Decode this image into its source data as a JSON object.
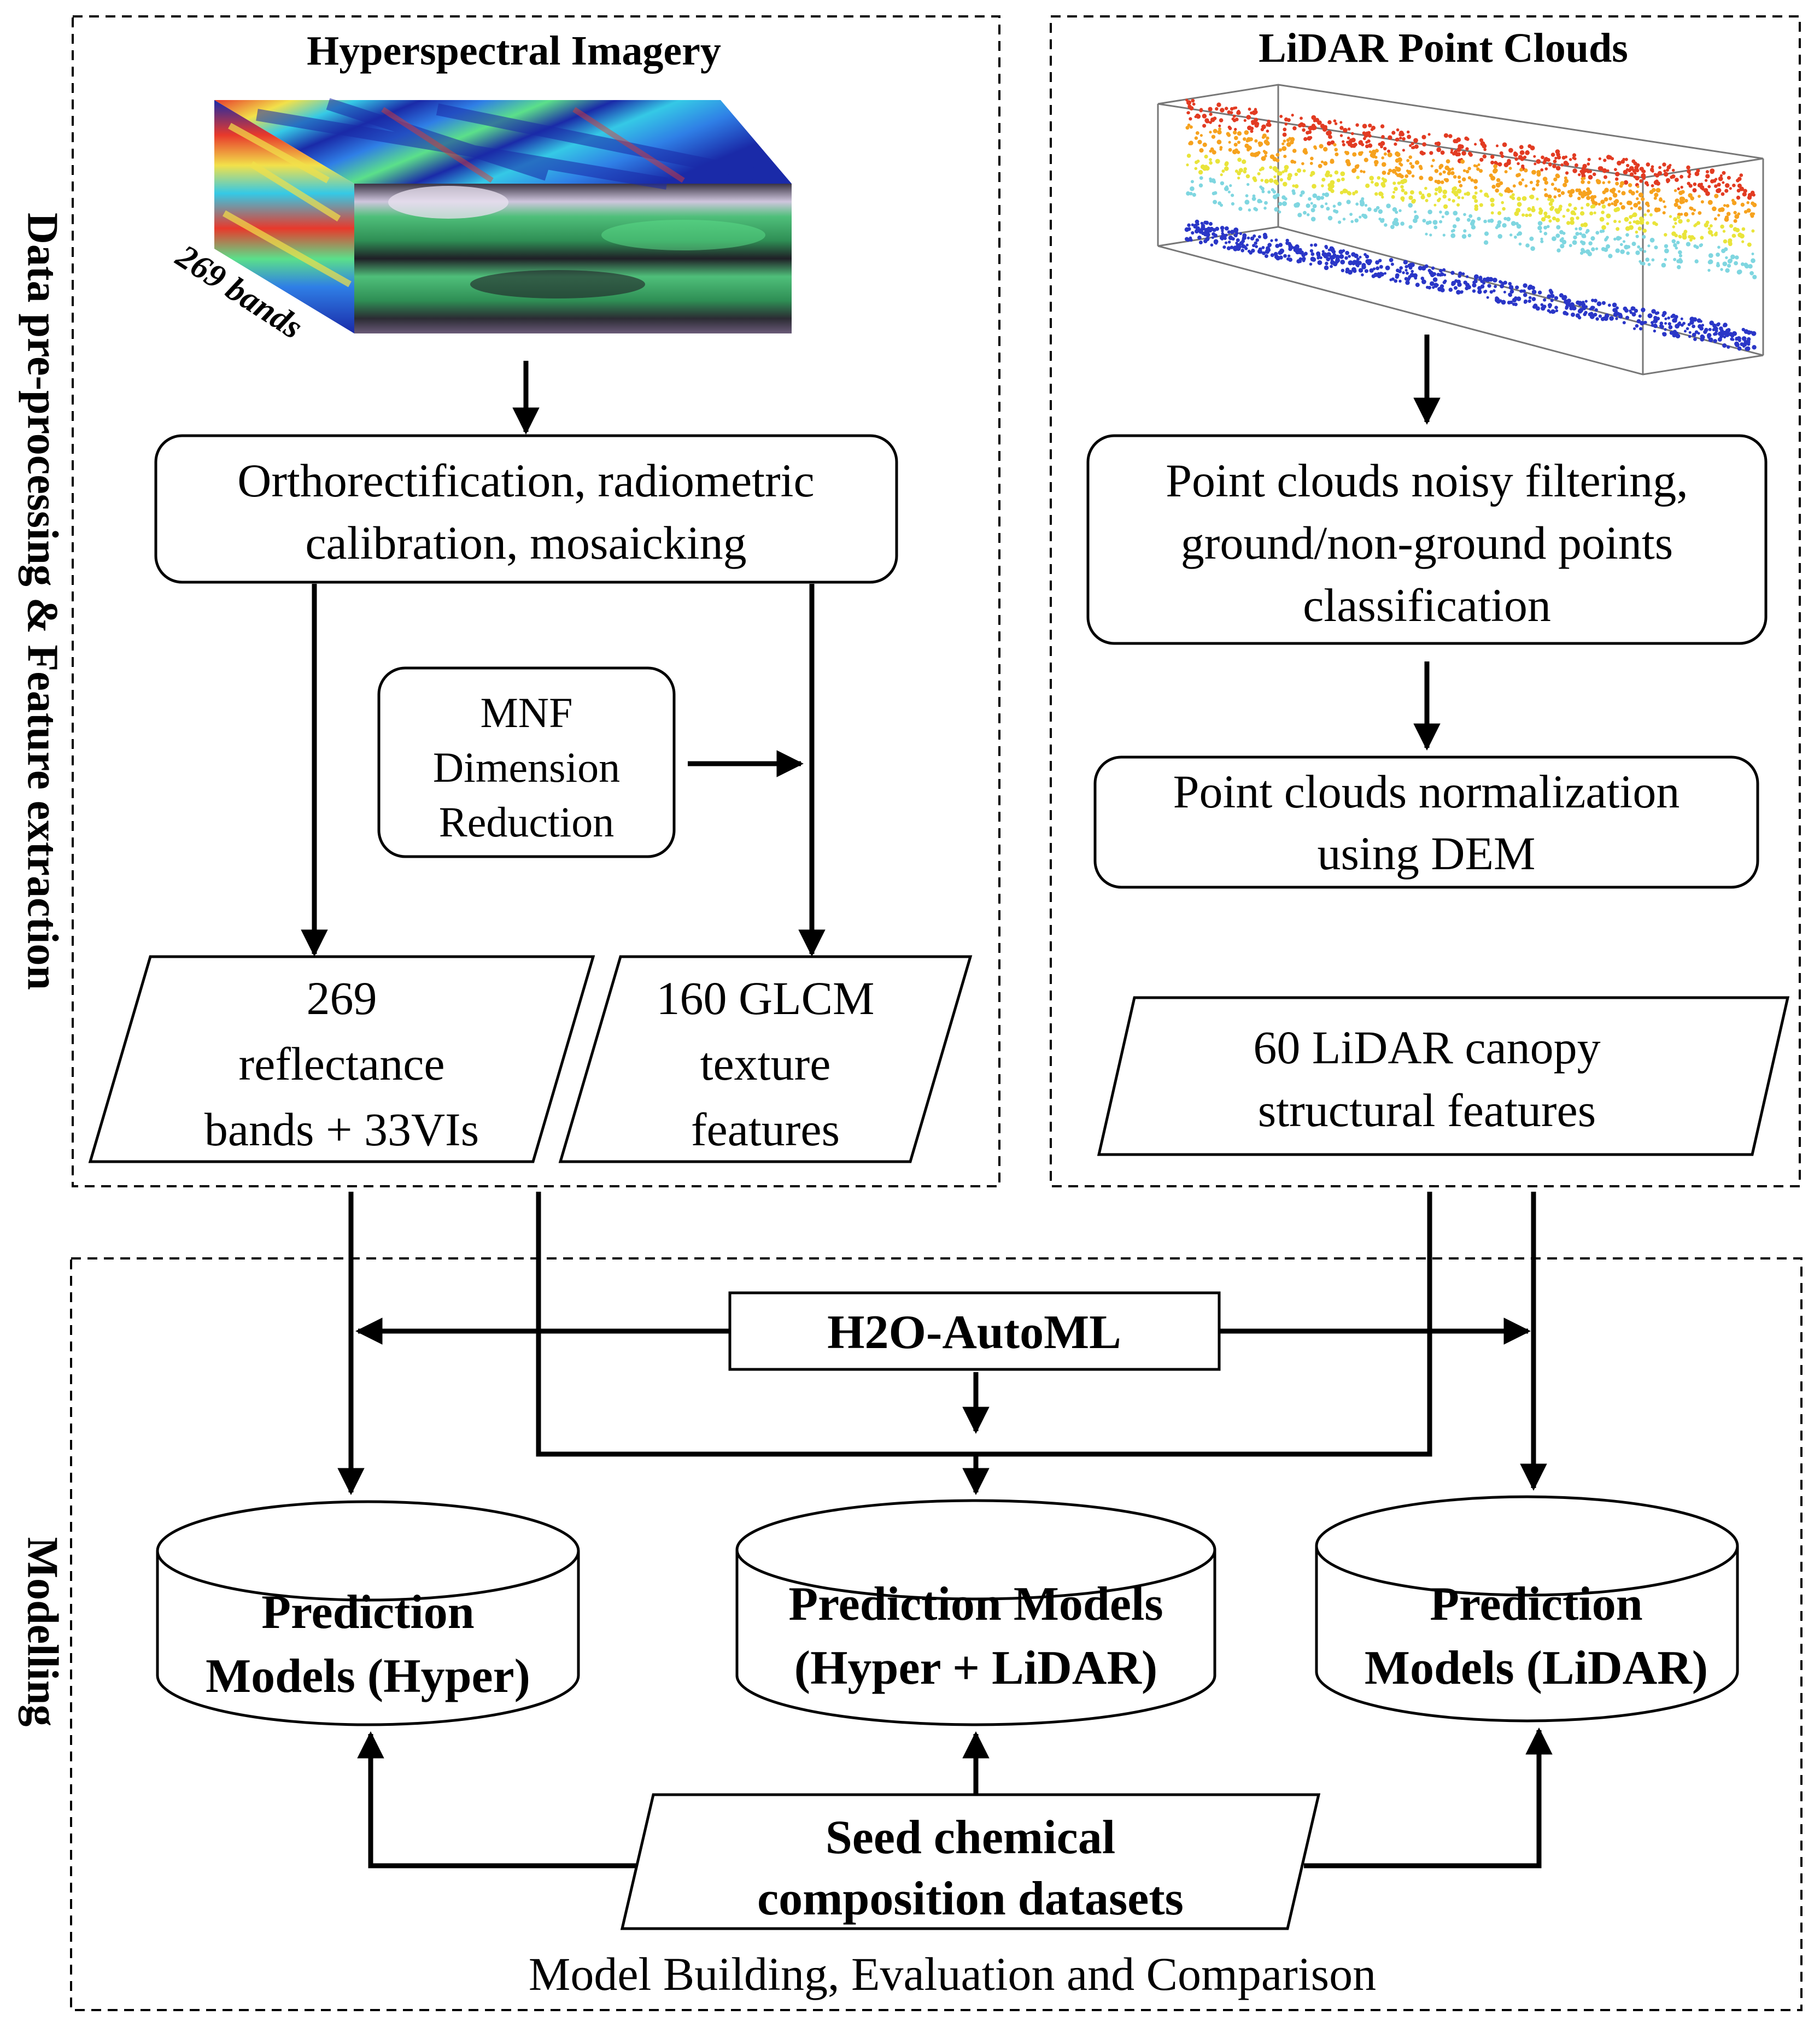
{
  "sections": {
    "preprocessing_label": "Data pre-processing & Feature extraction",
    "modelling_label": "Modelling"
  },
  "hyperspectral": {
    "title": "Hyperspectral Imagery",
    "bands_label": "269 bands",
    "step_lines": [
      "Orthorectification, radiometric",
      "calibration, mosaicking"
    ],
    "mnf_lines": [
      "MNF",
      "Dimension",
      "Reduction"
    ],
    "output_reflectance": [
      "269",
      "reflectance",
      "bands + 33VIs"
    ],
    "output_glcm": [
      "160 GLCM",
      "texture",
      "features"
    ]
  },
  "lidar": {
    "title": "LiDAR Point Clouds",
    "step1_lines": [
      "Point clouds noisy filtering,",
      "ground/non-ground points",
      "classification"
    ],
    "step2_lines": [
      "Point clouds normalization",
      "using DEM"
    ],
    "output_lines": [
      "60 LiDAR canopy",
      "structural features"
    ]
  },
  "modelling": {
    "automl": "H2O-AutoML",
    "model_hyper": [
      "Prediction",
      "Models (Hyper)"
    ],
    "model_combined": [
      "Prediction Models",
      "(Hyper + LiDAR)"
    ],
    "model_lidar": [
      "Prediction",
      "Models (LiDAR)"
    ],
    "seed_lines": [
      "Seed chemical",
      "composition datasets"
    ],
    "footer": "Model Building, Evaluation and Comparison"
  },
  "colors": {
    "line": "#000000",
    "background": "#ffffff",
    "hsi_top_colors": [
      "#1a2aa8",
      "#2f7fe6",
      "#35c9e6",
      "#5be08a",
      "#f2e14a",
      "#e8392b"
    ],
    "hsi_face_colors": [
      "#1f3b26",
      "#4fbf7a",
      "#2b2b33",
      "#cfc6dd"
    ],
    "lidar_colors": [
      "#e23b22",
      "#f6a21e",
      "#e9e43a",
      "#7fd6e0",
      "#2a36c7"
    ]
  }
}
